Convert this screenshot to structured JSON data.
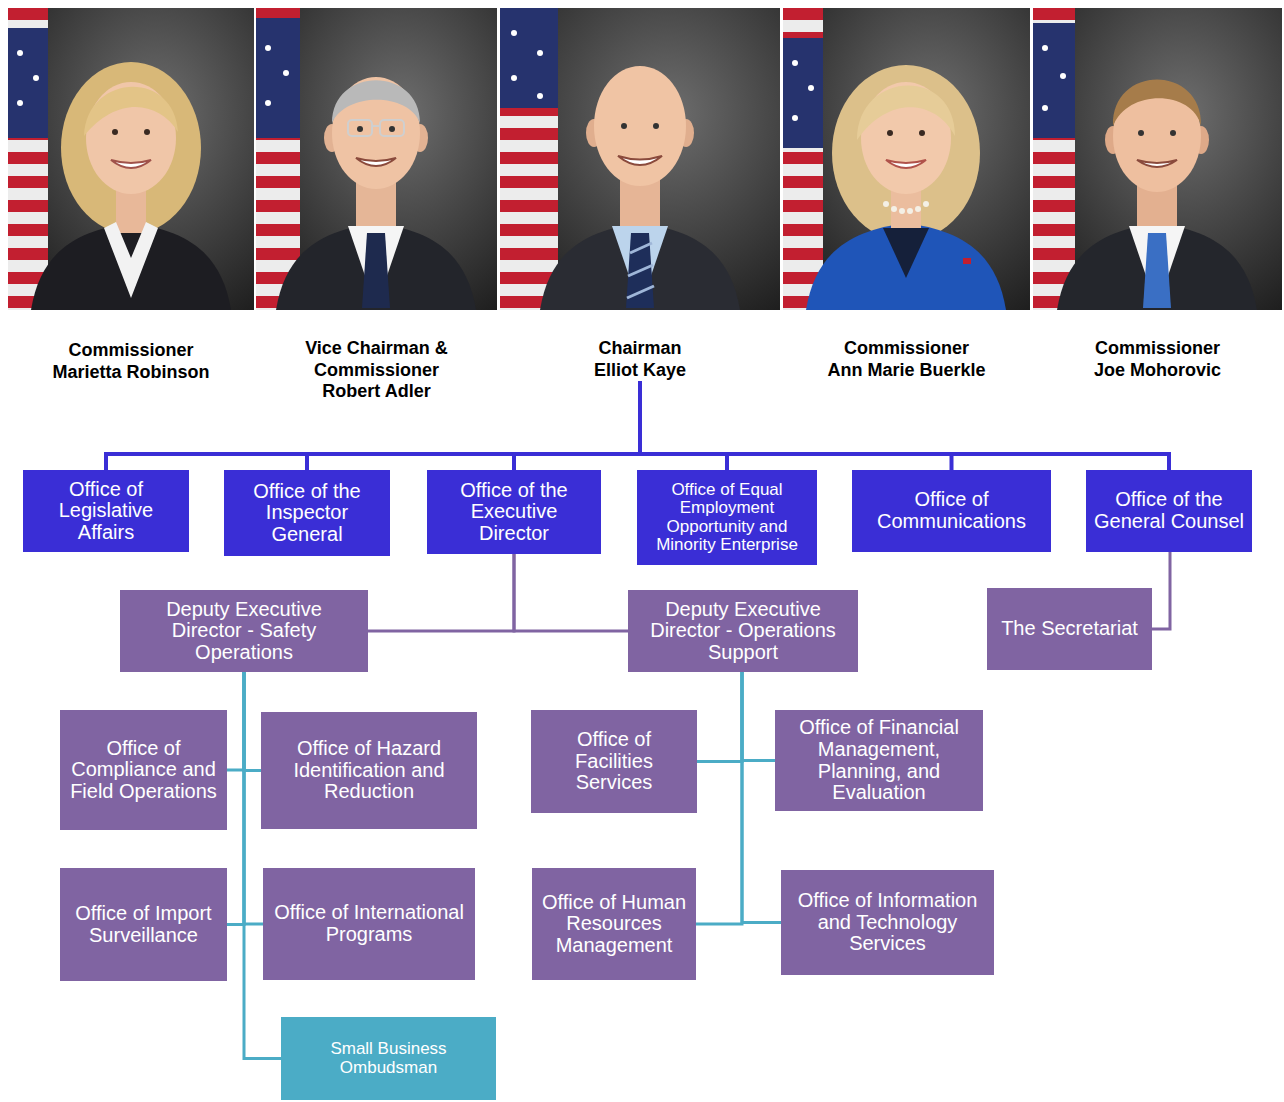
{
  "diagram": {
    "nodes": [
      {
        "text": [
          "Commissioner Marietta Robinson"
        ]
      },
      {
        "text": [
          "Vice Chairman & Commissioner Robert Adler"
        ]
      },
      {
        "text": [
          "Chairman Elliot Kaye"
        ]
      },
      {
        "text": [
          "Commissioner Ann Marie Buerkle"
        ]
      },
      {
        "text": [
          "Commissioner Joe Mohorovic"
        ]
      },
      {
        "text": [
          "Office of Legislative Affairs"
        ]
      },
      {
        "text": [
          "Office of the Inspector General"
        ]
      },
      {
        "text": [
          "Office of the Executive Director"
        ]
      },
      {
        "text": [
          "Office of Equal Employment Opportunity and Minority Enterprise"
        ]
      },
      {
        "text": [
          "Office of Communications"
        ]
      },
      {
        "text": [
          "Office of the General Counsel"
        ]
      },
      {
        "text": [
          "Deputy Executive Director - Safety Operations"
        ]
      },
      {
        "text": [
          "Deputy Executive Director - Operations Support"
        ]
      },
      {
        "text": [
          "The Secretariat"
        ]
      },
      {
        "text": [
          "Office of Compliance and Field Operations"
        ]
      },
      {
        "text": [
          "Office of Hazard Identification and Reduction"
        ]
      },
      {
        "text": [
          "Office of Facilities Services"
        ]
      },
      {
        "text": [
          "Office of Financial Management, Planning, and Evaluation"
        ]
      },
      {
        "text": [
          "Office of Import Surveillance"
        ]
      },
      {
        "text": [
          "Office of International Programs"
        ]
      },
      {
        "text": [
          "Office of Human Resources Management"
        ]
      },
      {
        "text": [
          "Office of Information and Technology Services"
        ]
      },
      {
        "text": [
          "Small Business Ombudsman"
        ]
      }
    ],
    "edges": [
      {
        "from": 2,
        "to": 5,
        "arrow": "none"
      },
      {
        "from": 2,
        "to": 6,
        "arrow": "none"
      },
      {
        "from": 2,
        "to": 7,
        "arrow": "none"
      },
      {
        "from": 2,
        "to": 8,
        "arrow": "none"
      },
      {
        "from": 2,
        "to": 9,
        "arrow": "none"
      },
      {
        "from": 2,
        "to": 10,
        "arrow": "none"
      },
      {
        "from": 7,
        "to": 11,
        "arrow": "none"
      },
      {
        "from": 7,
        "to": 12,
        "arrow": "none"
      },
      {
        "from": 10,
        "to": 13,
        "arrow": "none"
      },
      {
        "from": 11,
        "to": 14,
        "arrow": "none"
      },
      {
        "from": 11,
        "to": 15,
        "arrow": "none"
      },
      {
        "from": 11,
        "to": 18,
        "arrow": "none"
      },
      {
        "from": 11,
        "to": 19,
        "arrow": "none"
      },
      {
        "from": 11,
        "to": 22,
        "arrow": "none"
      },
      {
        "from": 12,
        "to": 16,
        "arrow": "none"
      },
      {
        "from": 12,
        "to": 17,
        "arrow": "none"
      },
      {
        "from": 12,
        "to": 20,
        "arrow": "none"
      },
      {
        "from": 12,
        "to": 21,
        "arrow": "none"
      }
    ]
  }
}
